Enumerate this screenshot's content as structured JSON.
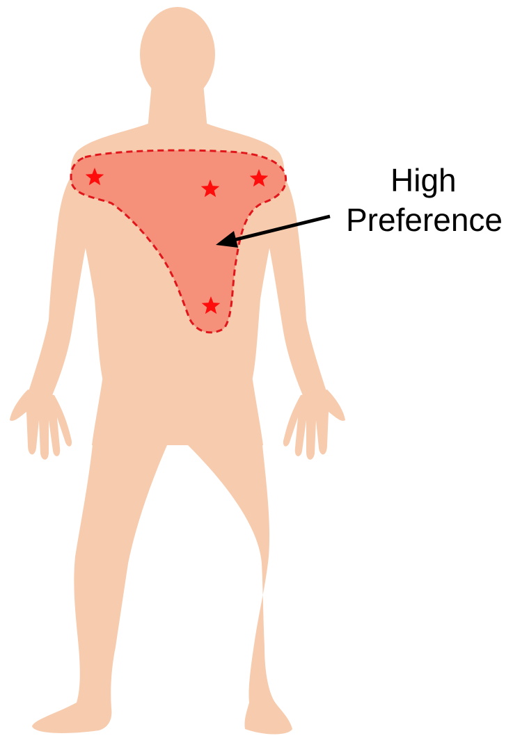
{
  "annotation": {
    "line1": "High",
    "line2": "Preference"
  },
  "colors": {
    "background": "#ffffff",
    "skin": "#f7cbae",
    "region_fill": "#f5917a",
    "region_outline": "#e0161b",
    "star": "#ff0d0d",
    "arrow": "#000000",
    "text": "#000000"
  },
  "markers": [
    {
      "name": "right-shoulder-star-marker"
    },
    {
      "name": "upper-chest-star-marker"
    },
    {
      "name": "left-shoulder-star-marker"
    },
    {
      "name": "lower-sternum-star-marker"
    }
  ]
}
